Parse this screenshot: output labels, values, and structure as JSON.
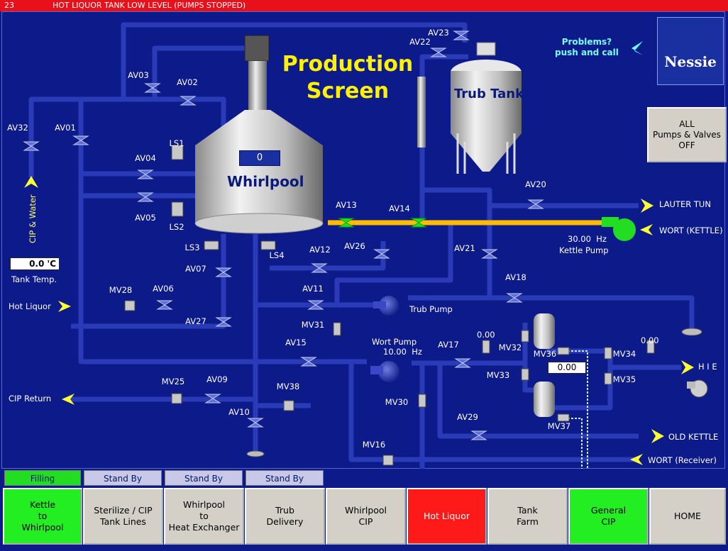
{
  "alarm": {
    "code": "23",
    "message": "HOT LIQUOR TANK LOW LEVEL (PUMPS STOPPED)"
  },
  "title": {
    "line1": "Production",
    "line2": "Screen"
  },
  "help": {
    "line1": "Problems?",
    "line2": "push and call"
  },
  "logo": {
    "text": "Nessie"
  },
  "all_off": {
    "line1": "ALL",
    "line2": "Pumps & Valves",
    "line3": "OFF"
  },
  "tanks": {
    "whirlpool": "Whirlpool",
    "trub": "Trub Tank",
    "whirlpool_level": "0"
  },
  "temperature": {
    "value": "0.0",
    "unit": "'C",
    "label": "Tank Temp."
  },
  "kettle_pump": {
    "speed": "30.00",
    "unit": "Hz",
    "label": "Kettle Pump"
  },
  "wort_pump": {
    "label": "Wort Pump",
    "speed": "10.00",
    "unit": "Hz"
  },
  "trub_pump": {
    "label": "Trub Pump"
  },
  "readouts": {
    "left_flow": "0.00",
    "right_flow": "0.00",
    "hx_value": "0.00"
  },
  "endpoints": {
    "cip_water": "CIP & Water",
    "hot_liquor": "Hot Liquor",
    "cip_return": "CIP Return",
    "lauter_tun": "LAUTER TUN",
    "wort_kettle": "WORT (KETTLE)",
    "hie": "H I E",
    "old_kettle": "OLD KETTLE",
    "wort_receiver": "WORT (Receiver)"
  },
  "valves": {
    "av01": "AV01",
    "av02": "AV02",
    "av03": "AV03",
    "av04": "AV04",
    "av05": "AV05",
    "av06": "AV06",
    "av07": "AV07",
    "av09": "AV09",
    "av10": "AV10",
    "av11": "AV11",
    "av12": "AV12",
    "av13": "AV13",
    "av14": "AV14",
    "av15": "AV15",
    "av17": "AV17",
    "av18": "AV18",
    "av20": "AV20",
    "av21": "AV21",
    "av22": "AV22",
    "av23": "AV23",
    "av26": "AV26",
    "av27": "AV27",
    "av29": "AV29",
    "av32": "AV32",
    "mv16": "MV16",
    "mv25": "MV25",
    "mv28": "MV28",
    "mv30": "MV30",
    "mv31": "MV31",
    "mv32": "MV32",
    "mv33": "MV33",
    "mv34": "MV34",
    "mv35": "MV35",
    "mv36": "MV36",
    "mv37": "MV37",
    "mv38": "MV38",
    "ls1": "LS1",
    "ls2": "LS2",
    "ls3": "LS3",
    "ls4": "LS4"
  },
  "status_tabs": [
    {
      "label": "Filling",
      "color": "#22dd22"
    },
    {
      "label": "Stand By",
      "color": "#c8c8e8"
    },
    {
      "label": "Stand By",
      "color": "#c8c8e8"
    },
    {
      "label": "Stand By",
      "color": "#c8c8e8"
    }
  ],
  "nav": [
    {
      "line1": "Kettle",
      "line2": "to",
      "line3": "Whirlpool",
      "color": "#22ee22"
    },
    {
      "line1": "Sterilize / CIP",
      "line2": "Tank Lines",
      "line3": "",
      "color": "#d4d0c8"
    },
    {
      "line1": "Whirlpool",
      "line2": "to",
      "line3": "Heat Exchanger",
      "color": "#d4d0c8"
    },
    {
      "line1": "Trub",
      "line2": "Delivery",
      "line3": "",
      "color": "#d4d0c8"
    },
    {
      "line1": "Whirlpool",
      "line2": "CIP",
      "line3": "",
      "color": "#d4d0c8"
    },
    {
      "line1": "Hot Liquor",
      "line2": "",
      "line3": "",
      "color": "#ff1a1a"
    },
    {
      "line1": "Tank",
      "line2": "Farm",
      "line3": "",
      "color": "#d4d0c8"
    },
    {
      "line1": "General",
      "line2": "CIP",
      "line3": "",
      "color": "#22ee22"
    },
    {
      "line1": "HOME",
      "line2": "",
      "line3": "",
      "color": "#d4d0c8"
    }
  ],
  "colors": {
    "pipe": "#2a3bb8",
    "active_pipe": "#ffbb00",
    "background": "#0d1a8a",
    "alarm": "#e8101a"
  }
}
